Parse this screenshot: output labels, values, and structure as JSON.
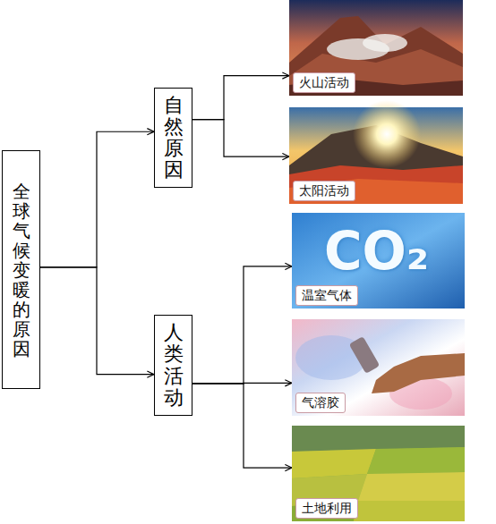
{
  "diagram": {
    "nodes": [
      {
        "text": [
          "全球气候变暖的原因"
        ]
      },
      {
        "text": [
          "自然原因"
        ]
      },
      {
        "text": [
          "人类活动"
        ]
      },
      {
        "text": [
          "火山活动"
        ]
      },
      {
        "text": [
          "太阳活动"
        ]
      },
      {
        "text": [
          "温室气体"
        ]
      },
      {
        "text": [
          "气溶胶"
        ]
      },
      {
        "text": [
          "土地利用"
        ]
      }
    ],
    "edges": [
      {
        "from": 0,
        "to": 1,
        "arrow": "to"
      },
      {
        "from": 0,
        "to": 2,
        "arrow": "to"
      },
      {
        "from": 1,
        "to": 3,
        "arrow": "to"
      },
      {
        "from": 1,
        "to": 4,
        "arrow": "to"
      },
      {
        "from": 2,
        "to": 5,
        "arrow": "to"
      },
      {
        "from": 2,
        "to": 6,
        "arrow": "to"
      },
      {
        "from": 2,
        "to": 7,
        "arrow": "to"
      }
    ],
    "labels": [
      "CO₂"
    ]
  }
}
